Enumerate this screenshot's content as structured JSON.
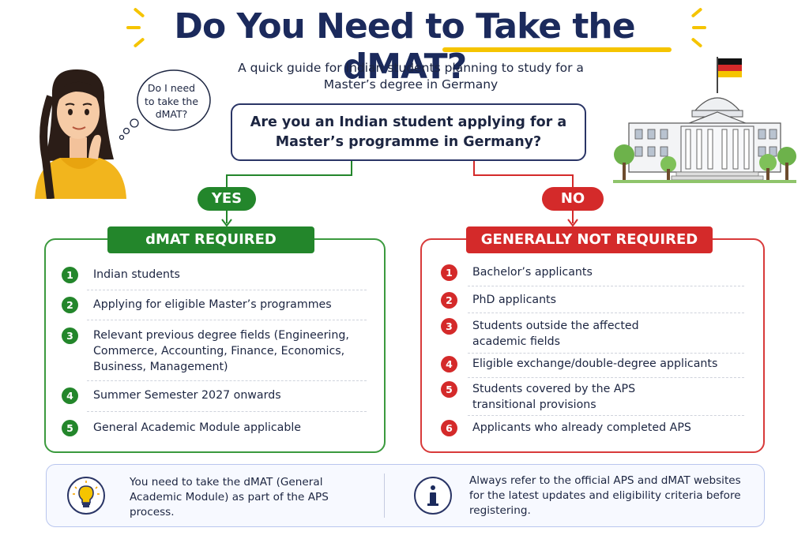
{
  "title": "Do You Need to Take the dMAT?",
  "subtitle": "A quick guide for Indian students planning to study for a Master’s degree in Germany",
  "thought_bubble": "Do I need to take the dMAT?",
  "question": "Are you an Indian student applying for a Master’s programme in Germany?",
  "yes_branch": {
    "label": "YES",
    "heading": "dMAT REQUIRED",
    "items": [
      {
        "num": "1",
        "text": "Indian students"
      },
      {
        "num": "2",
        "text": "Applying for eligible Master’s programmes"
      },
      {
        "num": "3",
        "text": "Relevant previous degree fields (Engineering, Commerce, Accounting, Finance, Economics, Business, Management)"
      },
      {
        "num": "4",
        "text": "Summer Semester 2027 onwards"
      },
      {
        "num": "5",
        "text": "General Academic Module applicable"
      }
    ]
  },
  "no_branch": {
    "label": "NO",
    "heading": "GENERALLY NOT REQUIRED",
    "items": [
      {
        "num": "1",
        "text": "Bachelor’s applicants"
      },
      {
        "num": "2",
        "text": "PhD applicants"
      },
      {
        "num": "3",
        "text": "Students outside the affected academic fields"
      },
      {
        "num": "4",
        "text": "Eligible exchange/double-degree applicants"
      },
      {
        "num": "5",
        "text": "Students covered by the APS transitional provisions"
      },
      {
        "num": "6",
        "text": "Applicants who already completed APS"
      }
    ]
  },
  "footer": {
    "left_note": "You need to take the dMAT (General Academic Module) as part of the APS process.",
    "right_note": "Always refer to the official APS and dMAT websites for the latest updates and eligibility criteria before registering."
  },
  "icons": {
    "left_footer": "lightbulb-icon",
    "right_footer": "info-icon",
    "flag": "german-flag-icon",
    "building": "government-building-icon",
    "student": "thinking-student-icon"
  },
  "colors": {
    "navy": "#1b2a5c",
    "green": "#23862b",
    "red": "#d42a2a",
    "yellow": "#f5c400"
  }
}
